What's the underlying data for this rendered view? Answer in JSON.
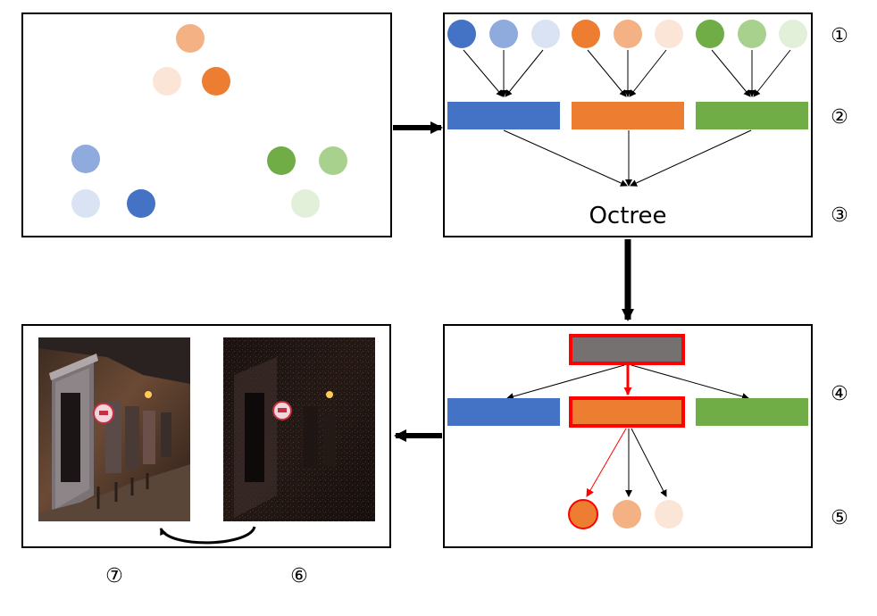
{
  "labels": {
    "octree": "Octree",
    "steps": [
      "①",
      "②",
      "③",
      "④",
      "⑤",
      "⑦",
      "⑥"
    ]
  },
  "colors": {
    "blue": "#4472c4",
    "blue_mid": "#8faadc",
    "blue_light": "#dae3f3",
    "orange": "#ed7d31",
    "orange_mid": "#f4b183",
    "orange_light": "#fbe5d6",
    "green": "#70ad47",
    "green_mid": "#a9d18e",
    "green_light": "#e2f0d9",
    "gray": "#767171",
    "highlight_red": "#ff0000"
  },
  "images": {
    "left": "rendered-street-scene",
    "right": "sparse-sampled-street-scene"
  }
}
